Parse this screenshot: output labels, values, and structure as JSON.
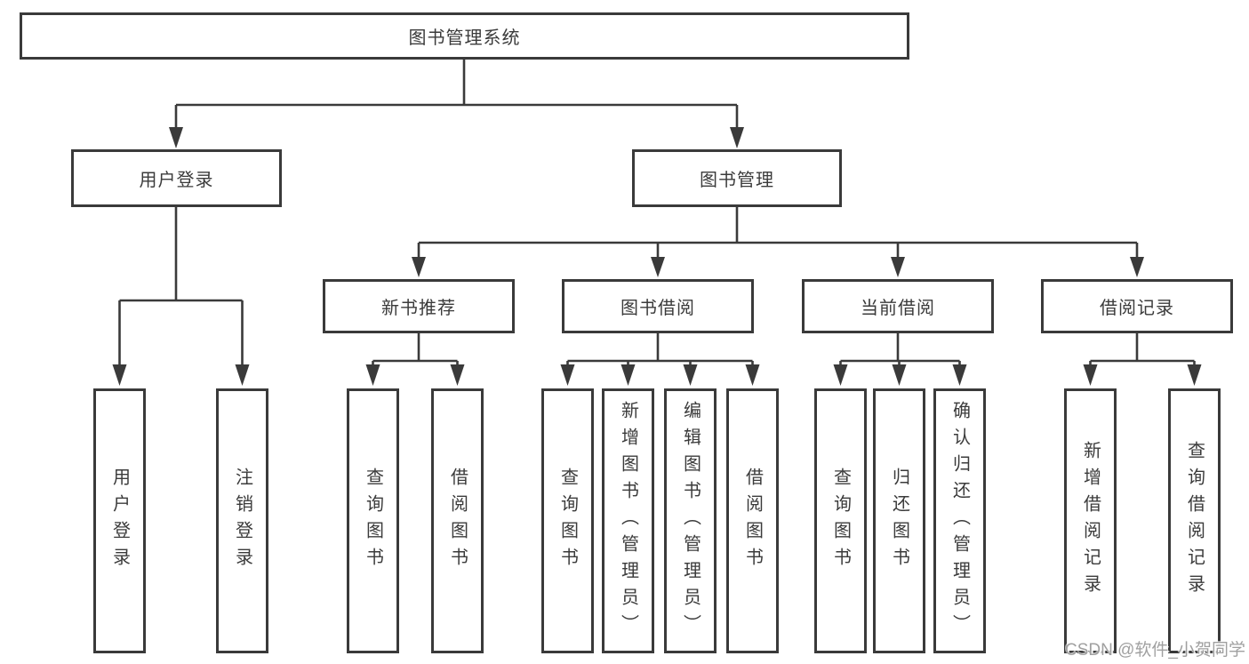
{
  "diagram": {
    "type": "hierarchy-tree",
    "tree": {
      "root": {
        "label": "图书管理系统"
      },
      "branches": [
        {
          "label": "用户登录",
          "children": [
            {
              "label": "用户登录"
            },
            {
              "label": "注销登录"
            }
          ]
        },
        {
          "label": "图书管理",
          "groups": [
            {
              "label": "新书推荐",
              "children": [
                {
                  "label": "查询图书"
                },
                {
                  "label": "借阅图书"
                }
              ]
            },
            {
              "label": "图书借阅",
              "children": [
                {
                  "label": "查询图书"
                },
                {
                  "label": "新增图书（管理员）"
                },
                {
                  "label": "编辑图书（管理员）"
                },
                {
                  "label": "借阅图书"
                }
              ]
            },
            {
              "label": "当前借阅",
              "children": [
                {
                  "label": "查询图书"
                },
                {
                  "label": "归还图书"
                },
                {
                  "label": "确认归还（管理员）"
                }
              ]
            },
            {
              "label": "借阅记录",
              "children": [
                {
                  "label": "新增借阅记录"
                },
                {
                  "label": "查询借阅记录"
                }
              ]
            }
          ]
        }
      ]
    }
  },
  "watermark": {
    "text": "CSDN @软件_小贺同学"
  },
  "colors": {
    "line": "#3a3a3a",
    "text": "#3b3b3b",
    "watermark": "#a0a0a0",
    "background": "#ffffff"
  }
}
